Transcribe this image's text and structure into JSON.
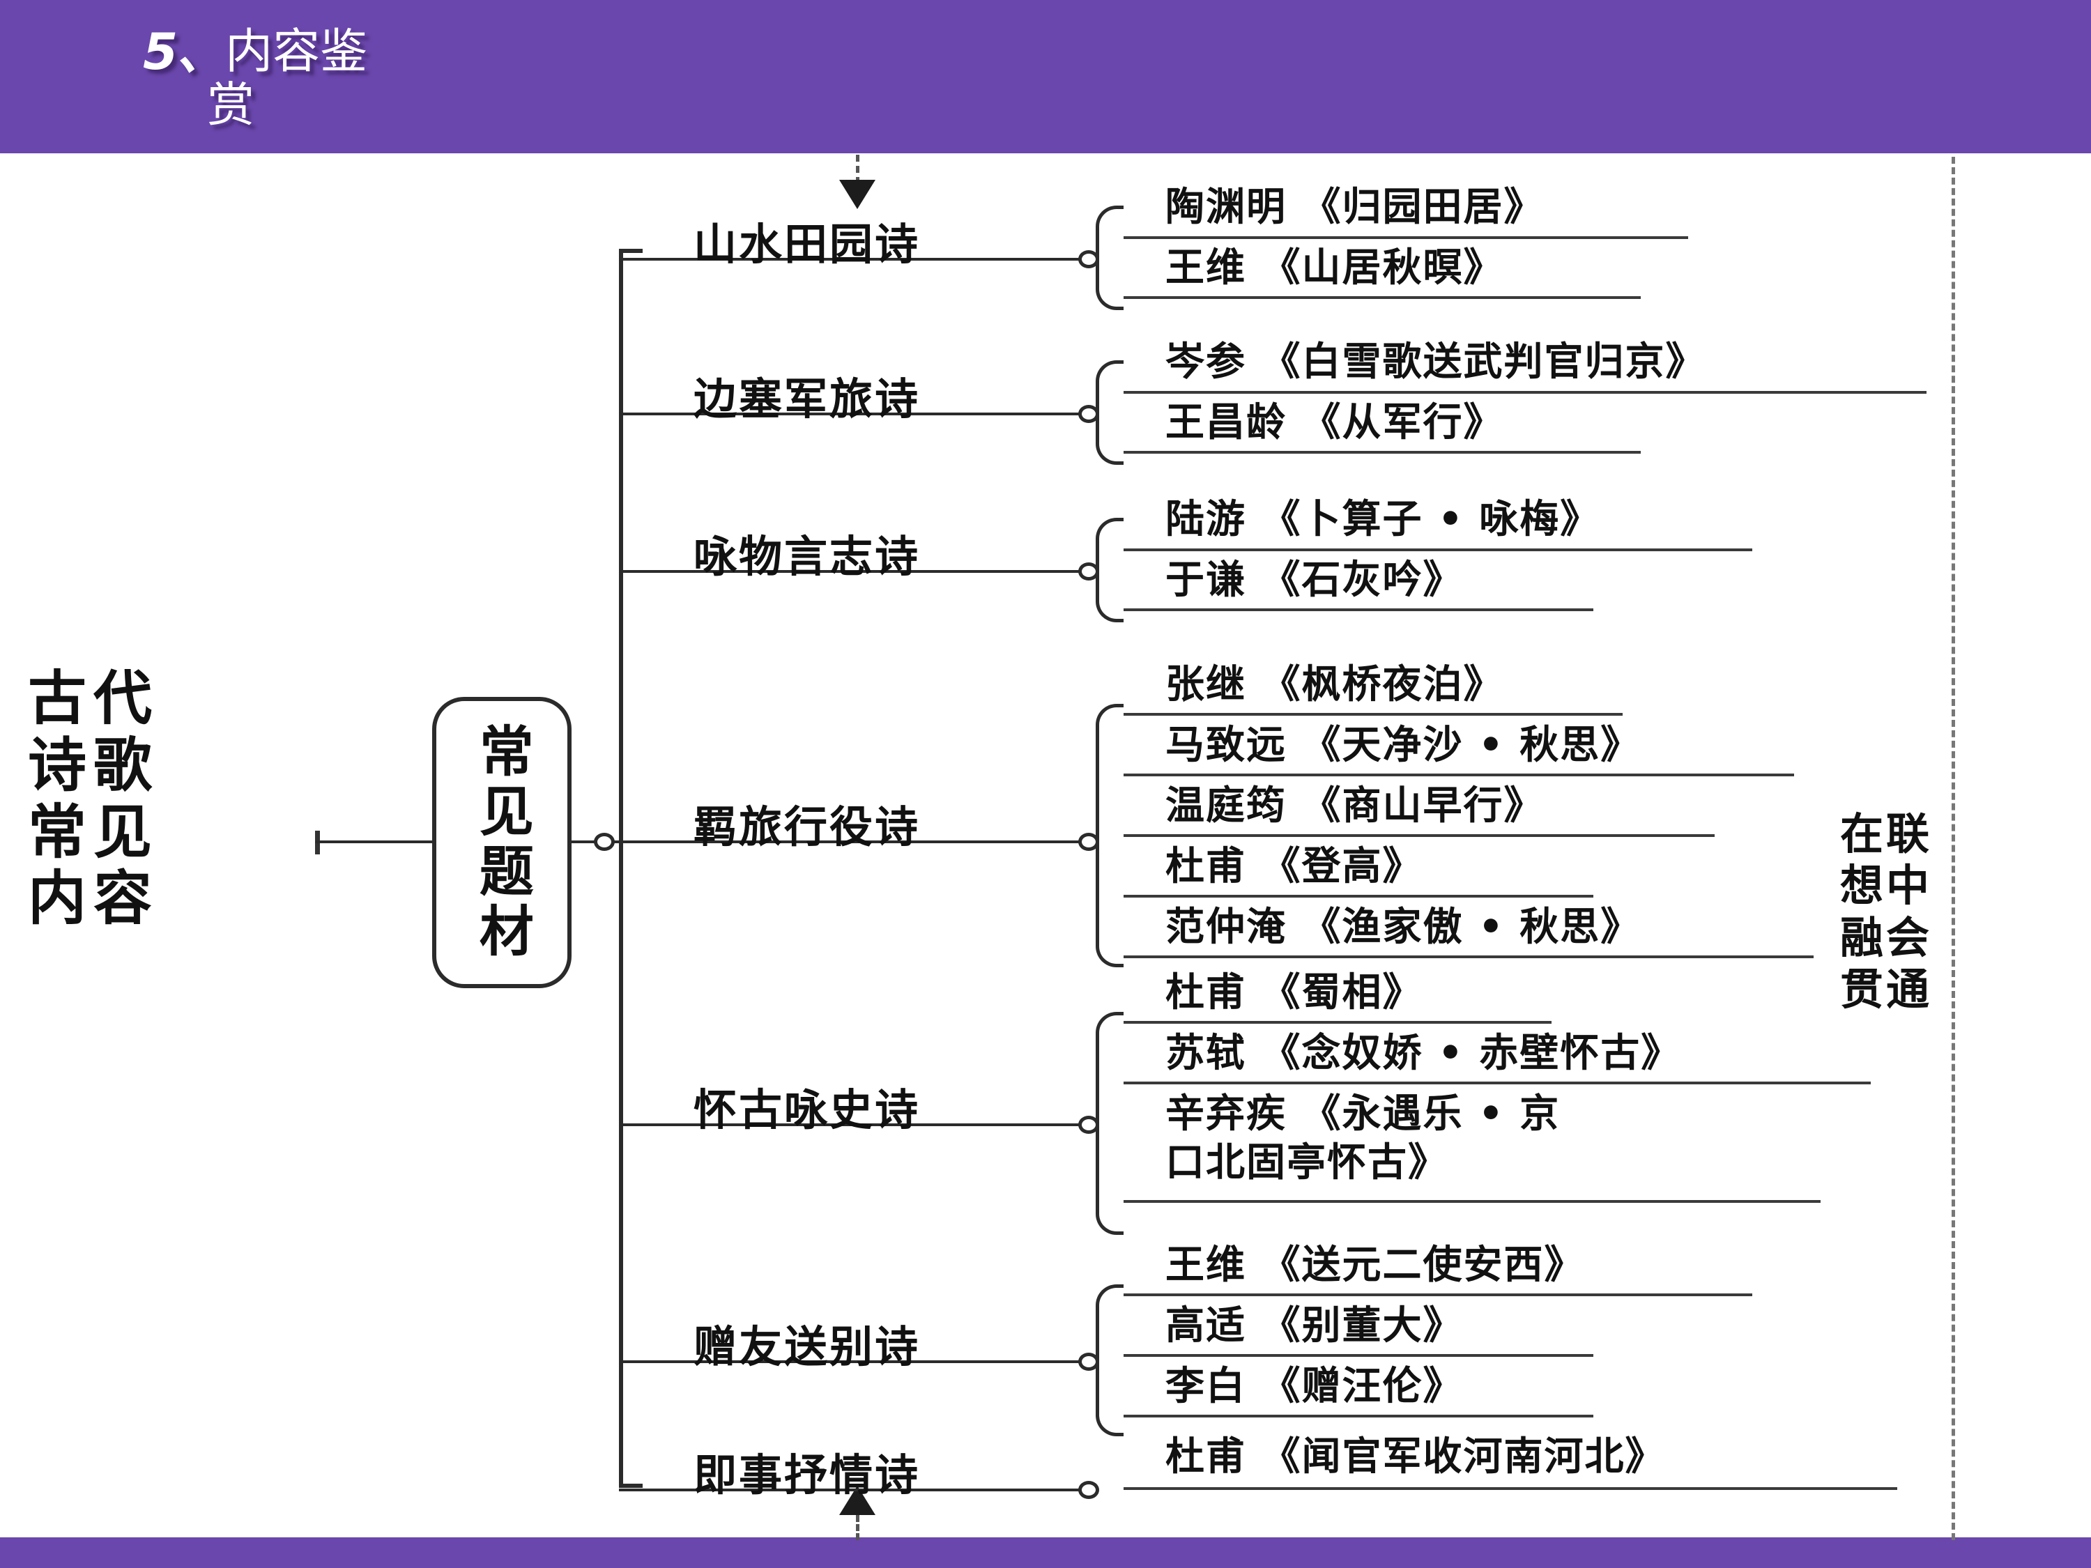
{
  "slide": {
    "header": {
      "number": "5、",
      "line1": "内容鉴",
      "line2": "赏"
    },
    "root_title_lines": [
      "古代",
      "诗歌",
      "常见",
      "内容"
    ],
    "center_node": "常见题材",
    "right_note_lines": [
      "在联",
      "想中",
      "融会",
      "贯通"
    ],
    "colors": {
      "band": "#6A47AC",
      "ink": "#1C1C1C",
      "paper": "#FFFFFF"
    }
  },
  "categories": [
    {
      "id": "shanshui",
      "label": "山水田园诗",
      "works": [
        "陶渊明 《归园田居》",
        "王维 《山居秋暝》"
      ]
    },
    {
      "id": "biansai",
      "label": "边塞军旅诗",
      "works": [
        "岑参 《白雪歌送武判官归京》",
        "王昌龄 《从军行》"
      ]
    },
    {
      "id": "yongwu",
      "label": "咏物言志诗",
      "works": [
        "陆游 《卜算子 • 咏梅》",
        "于谦 《石灰吟》"
      ]
    },
    {
      "id": "jilv",
      "label": "羁旅行役诗",
      "works": [
        "张继 《枫桥夜泊》",
        "马致远 《天净沙 • 秋思》",
        "温庭筠 《商山早行》",
        "杜甫 《登高》",
        "范仲淹 《渔家傲 • 秋思》"
      ]
    },
    {
      "id": "huaigu",
      "label": "怀古咏史诗",
      "works": [
        "杜甫 《蜀相》",
        "苏轼 《念奴娇 • 赤壁怀古》",
        "辛弃疾 《永遇乐 • 京"
      ],
      "works_wrap": "口北固亭怀古》"
    },
    {
      "id": "zengyou",
      "label": "赠友送别诗",
      "works": [
        "王维 《送元二使安西》",
        "高适 《别董大》",
        "李白 《赠汪伦》"
      ]
    },
    {
      "id": "jishi",
      "label": "即事抒情诗",
      "works": [
        "杜甫 《闻官军收河南河北》"
      ]
    }
  ]
}
